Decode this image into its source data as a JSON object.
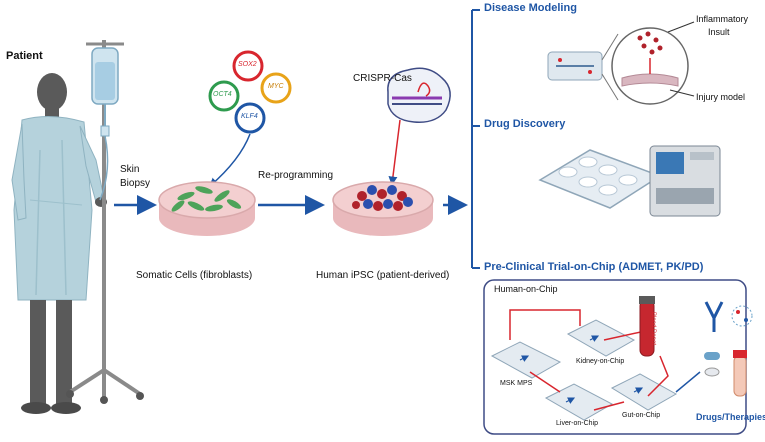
{
  "patient": {
    "label": "Patient"
  },
  "steps": {
    "skin_biopsy": {
      "line1": "Skin",
      "line2": "Biopsy"
    },
    "reprogramming": "Re-programming",
    "crispr": "CRISPR-Cas"
  },
  "factors": [
    "SOX2",
    "MYC",
    "OCT4",
    "KLF4"
  ],
  "dishes": {
    "somatic": "Somatic Cells (fibroblasts)",
    "ipsc": "Human iPSC (patient-derived)"
  },
  "applications": {
    "disease_modeling": "Disease Modeling",
    "inflammatory_line1": "Inflammatory",
    "inflammatory_line2": "Insult",
    "injury_model": "Injury model",
    "drug_discovery": "Drug Discovery",
    "preclinical": "Pre-Clinical Trial-on-Chip (ADMET, PK/PD)"
  },
  "human_on_chip": {
    "title": "Human-on-Chip",
    "msk": "MSK MPS",
    "kidney": "Kidney-on-Chip",
    "liver": "Liver-on-Chip",
    "gut": "Gut-on-Chip",
    "blood": "Blood Depot",
    "drugs": "Drugs/Therapies"
  },
  "colors": {
    "accent": "#1f56a5",
    "gown": "#b5d2dc",
    "skin": "#5a5a5a",
    "dish": "#f3cfd0",
    "fibroblast": "#4ea35a",
    "ipsc_red": "#b0222b",
    "ipsc_blue": "#2b4fae",
    "circuit_red": "#d8262e"
  }
}
